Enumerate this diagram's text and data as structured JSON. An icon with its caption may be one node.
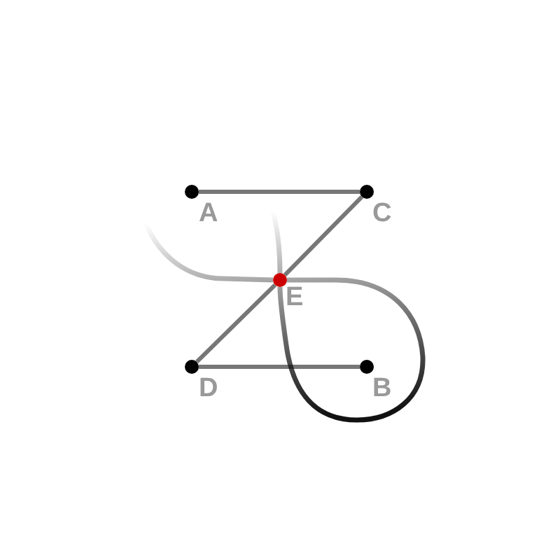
{
  "diagram": {
    "nodes": [
      {
        "text": [],
        "shape": "circle",
        "beside": [
          "A"
        ]
      },
      {
        "text": [],
        "shape": "circle",
        "beside": [
          "C"
        ]
      },
      {
        "text": [],
        "shape": "circle",
        "beside": [
          "E"
        ]
      },
      {
        "text": [],
        "shape": "circle",
        "beside": [
          "D"
        ]
      },
      {
        "text": [],
        "shape": "circle",
        "beside": [
          "B"
        ]
      }
    ],
    "edges": [
      {
        "from": 0,
        "to": 1,
        "arrow": "none"
      },
      {
        "from": 1,
        "to": 2,
        "arrow": "none"
      },
      {
        "from": 2,
        "to": 3,
        "arrow": "none"
      },
      {
        "from": 3,
        "to": 4,
        "arrow": "none"
      },
      {
        "from": 2,
        "to": 2,
        "arrow": "none",
        "style": "thick",
        "color": "#111111"
      }
    ]
  }
}
